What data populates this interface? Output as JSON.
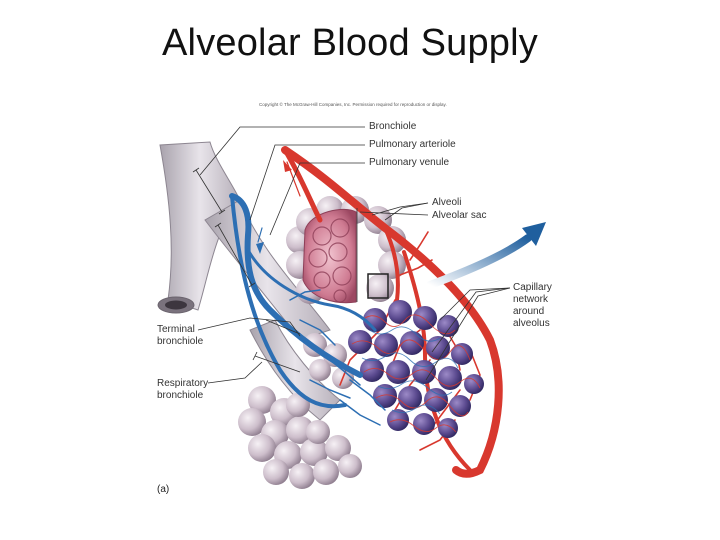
{
  "title": "Alveolar Blood Supply",
  "copyright": "Copyright © The McGraw-Hill Companies, Inc. Permission required for reproduction or display.",
  "labels": {
    "bronchiole": "Bronchiole",
    "pulmonary_arteriole": "Pulmonary arteriole",
    "pulmonary_venule": "Pulmonary venule",
    "alveoli": "Alveoli",
    "alveolar_sac": "Alveolar sac",
    "capillary_network": "Capillary\nnetwork\naround\nalveolus",
    "terminal_bronchiole": "Terminal\nbronchiole",
    "respiratory_bronchiole": "Respiratory\nbronchiole"
  },
  "figure_label": "(a)",
  "colors": {
    "artery": "#d8382e",
    "vein": "#2d6fb3",
    "bronchiole": "#cfc9d3",
    "alveoli_cut": "#c46a82",
    "capillary_alveoli": "#5a4a8c"
  }
}
